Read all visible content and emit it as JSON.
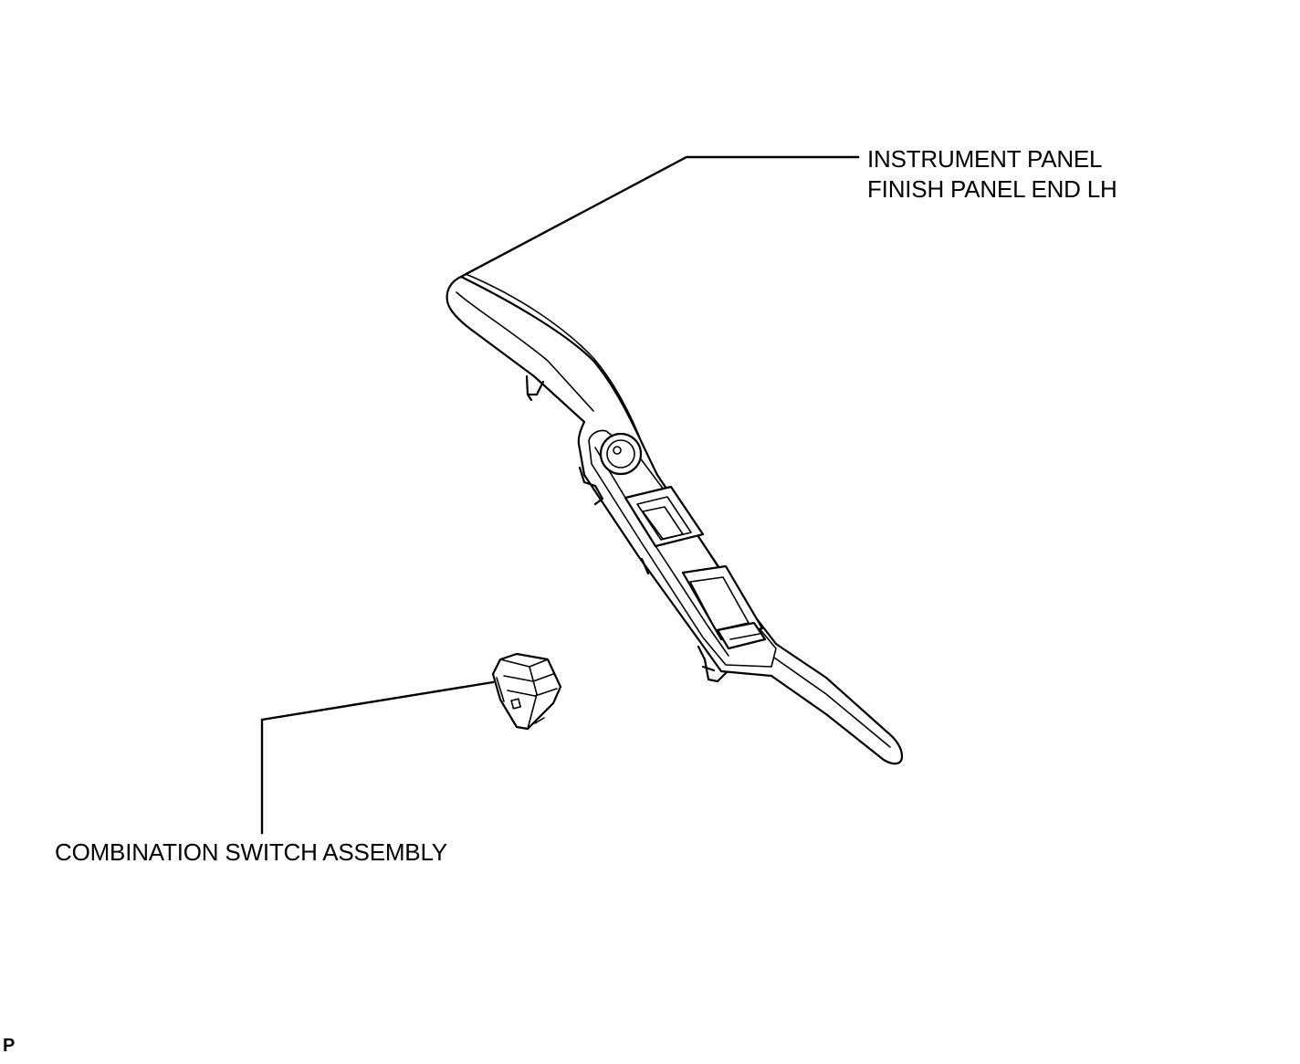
{
  "labels": {
    "instrument_panel_line1": "INSTRUMENT PANEL",
    "instrument_panel_line2": "FINISH PANEL END LH",
    "combination_switch": "COMBINATION SWITCH ASSEMBLY",
    "figure_code": "P"
  },
  "colors": {
    "line": "#000000",
    "background": "#ffffff"
  }
}
